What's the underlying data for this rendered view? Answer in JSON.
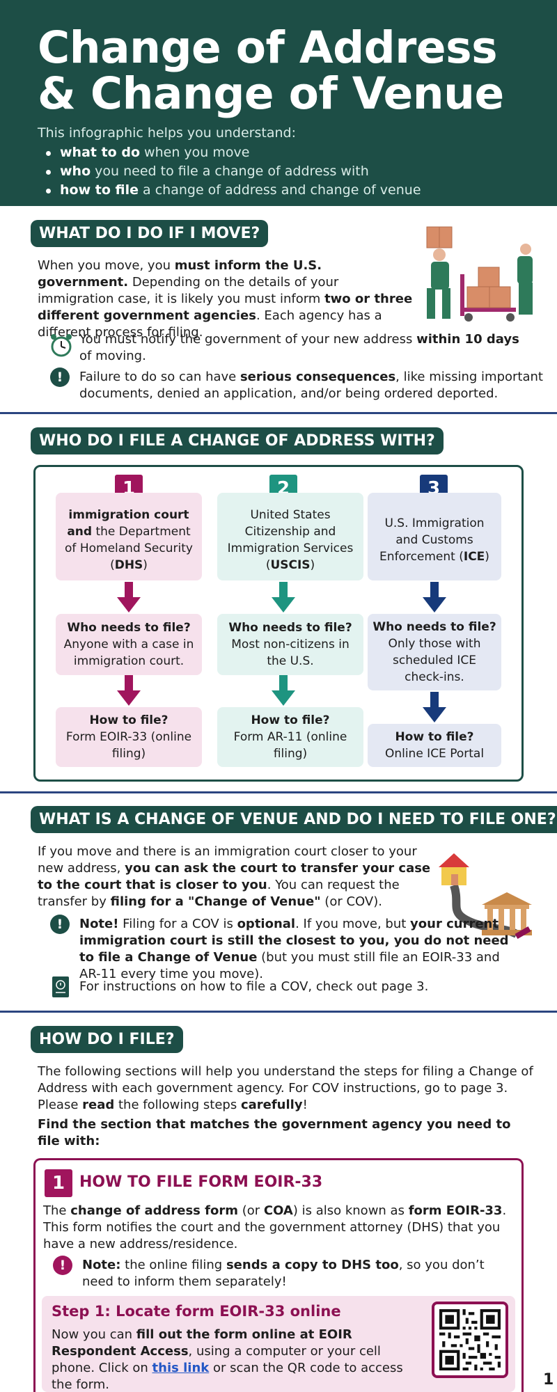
{
  "hero": {
    "title_line1": "Change of Address",
    "title_line2": "& Change of Venue",
    "intro": "This infographic helps you understand:",
    "bullets": [
      {
        "bold": "what to do",
        "rest": " when you move"
      },
      {
        "bold": "who",
        "rest": " you need to file a change of address with"
      },
      {
        "bold": "how to file",
        "rest": " a change of address and change of venue"
      }
    ]
  },
  "section1": {
    "heading": "WHAT DO I DO IF I MOVE?",
    "p": {
      "a": "When you move, you ",
      "b": "must inform the U.S. government.",
      "c": " Depending on the details of your immigration case, it is likely you must inform ",
      "d": "two or three different government agencies",
      "e": ". Each agency has a different process for filing."
    },
    "notify": {
      "a": "You must notify the government of your new address ",
      "b": "within 10 days",
      "c": " of moving."
    },
    "failure": {
      "a": "Failure to do so can have ",
      "b": "serious consequences",
      "c": ", like missing important documents, denied an application, and/or being ordered deported."
    }
  },
  "section2": {
    "heading": "WHO DO I FILE A CHANGE OF ADDRESS WITH?",
    "columns": [
      {
        "num": "1",
        "agency_b1": "immigration court and",
        "agency_r1": " the Department of Homeland Security (",
        "agency_b2": "DHS",
        "agency_r2": ")",
        "who_label": "Who needs to file?",
        "who": "Anyone with a case in immigration court.",
        "how_label": "How to file?",
        "how": "Form EOIR-33 (online filing)"
      },
      {
        "num": "2",
        "agency_r1": "United States Citizenship and Immigration Services (",
        "agency_b2": "USCIS",
        "agency_r2": ")",
        "who_label": "Who needs to file?",
        "who": "Most non-citizens in the U.S.",
        "how_label": "How to file?",
        "how": "Form AR-11 (online filing)"
      },
      {
        "num": "3",
        "agency_r1": "U.S. Immigration and Customs Enforcement (",
        "agency_b2": "ICE",
        "agency_r2": ")",
        "who_label": "Who needs to file?",
        "who": "Only those with scheduled ICE check-ins.",
        "how_label": "How to file?",
        "how": "Online ICE Portal"
      }
    ]
  },
  "section3": {
    "heading": "WHAT IS A CHANGE OF VENUE AND DO I NEED TO FILE ONE?",
    "p": {
      "a": "If you move and there is an immigration court closer to your new address, ",
      "b": "you can ask the court to transfer your case to the court that is closer to you",
      "c": ". You can request the transfer by ",
      "d": "filing for a \"Change of Venue\"",
      "e": " (or COV)."
    },
    "note": {
      "a": "Note!",
      "b": " Filing for a COV is ",
      "c": "optional",
      "d": ". If you move, but ",
      "e": "your current immigration court is still the closest to you, you do not need to file a Change of Venue",
      "f": " (but you must still file an EOIR-33 and AR-11 every time you move)."
    },
    "instructions": "For instructions on how to file a COV, check out page 3."
  },
  "section4": {
    "heading": "HOW DO I FILE?",
    "p": {
      "a": "The following sections will help you understand the steps for filing a Change of Address with each government agency. For COV instructions, go to page 3. Please ",
      "b": "read",
      "c": " the following steps ",
      "d": "carefully",
      "e": "!"
    },
    "find": "Find the section that matches the government agency you need to file with:",
    "box": {
      "num": "1",
      "title": "HOW TO FILE FORM EOIR-33",
      "p": {
        "a": "The ",
        "b": "change of address form",
        "c": " (or ",
        "d": "COA",
        "e": ") is also known as ",
        "f": "form EOIR-33",
        "g": ". This form notifies the court and the government attorney (DHS) that you have a new address/residence."
      },
      "note": {
        "a": "Note:",
        "b": " the online filing ",
        "c": "sends a copy to DHS too",
        "d": ", so you don’t need to inform them separately!"
      },
      "step_title": "Step 1: Locate form EOIR-33 online",
      "step": {
        "a": "Now you can ",
        "b": "fill out the form online at EOIR Respondent Access",
        "c": ", using a computer or your cell phone. Click on ",
        "link": "this link",
        "d": " or scan the QR code to access the form."
      }
    }
  },
  "page_number": "1",
  "colors": {
    "teal_dark": "#1d4e46",
    "maroon": "#8c1052",
    "teal": "#1e9480",
    "navy": "#173a7a",
    "rule": "#2b4580",
    "link": "#2457c5"
  }
}
